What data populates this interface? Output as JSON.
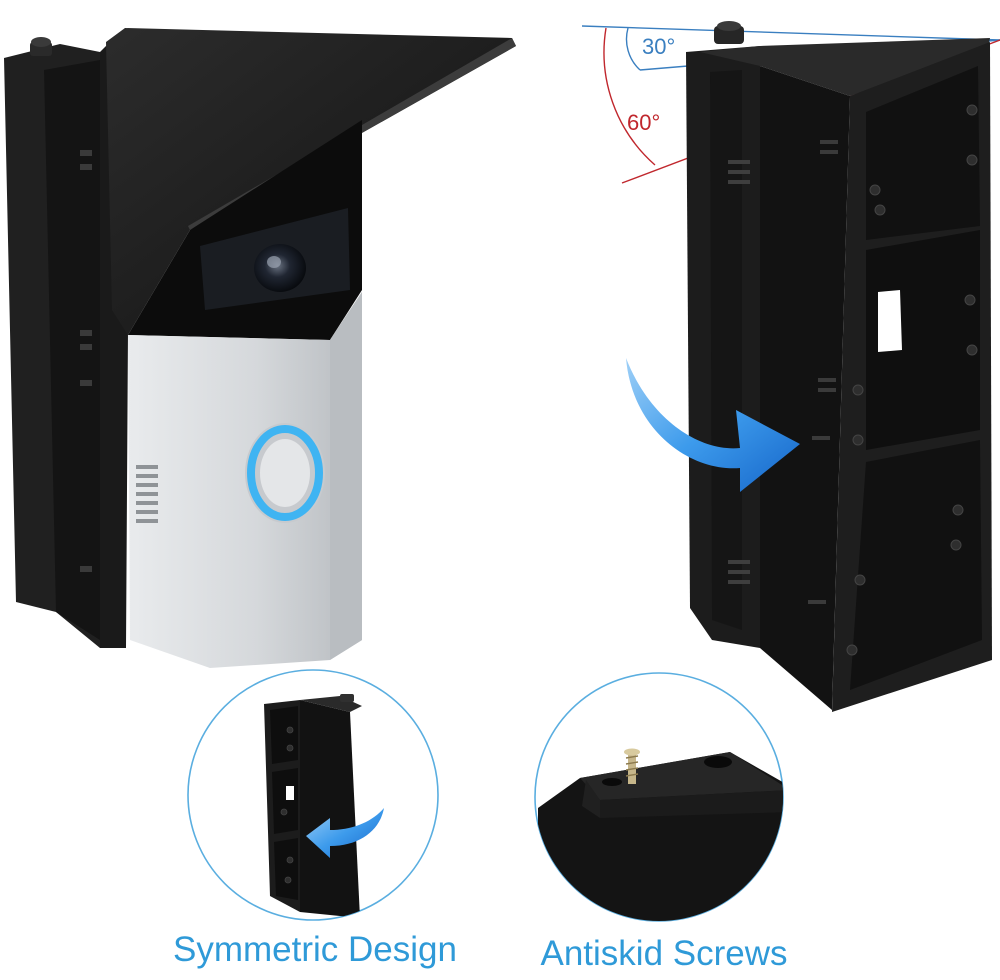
{
  "angles": {
    "angle_30": "30°",
    "angle_60": "60°"
  },
  "captions": {
    "symmetric_design": "Symmetric Design",
    "antiskid_screws": "Antiskid Screws"
  },
  "colors": {
    "caption_blue": "#2f9ad8",
    "angle_blue": "#3a7fc0",
    "angle_red": "#c0272d",
    "arrow_blue": "#2a8ee8",
    "bracket_black": "#1b1b1b",
    "doorbell_silver": "#d4d7da",
    "ring_blue": "#3fb4f2",
    "circle_outline": "#5aaee0"
  }
}
